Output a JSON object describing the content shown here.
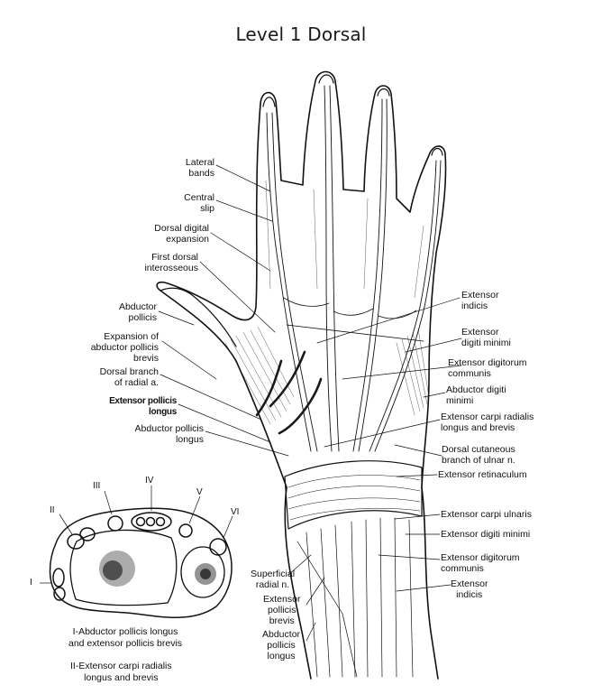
{
  "title": "Level 1 Dorsal",
  "hand_labels_left": [
    {
      "id": "lateral-bands",
      "lines": [
        "Lateral",
        "bands"
      ]
    },
    {
      "id": "central-slip",
      "lines": [
        "Central",
        "slip"
      ]
    },
    {
      "id": "dorsal-digital-expansion",
      "lines": [
        "Dorsal digital",
        "expansion"
      ]
    },
    {
      "id": "first-dorsal-interosseous",
      "lines": [
        "First dorsal",
        "interosseous"
      ]
    },
    {
      "id": "abductor-pollicis",
      "lines": [
        "Abductor",
        "pollicis"
      ]
    },
    {
      "id": "expansion-abductor-pollicis-brevis",
      "lines": [
        "Expansion of",
        "abductor pollicis",
        "brevis"
      ]
    },
    {
      "id": "dorsal-branch-radial-a",
      "lines": [
        "Dorsal branch",
        "of radial a."
      ]
    },
    {
      "id": "extensor-pollicis-longus-top",
      "lines": [
        "Extensor pollicis",
        "longus"
      ]
    },
    {
      "id": "abductor-pollicis-longus-top",
      "lines": [
        "Abductor pollicis",
        "longus"
      ]
    }
  ],
  "hand_labels_right": [
    {
      "id": "extensor-indicis-top",
      "lines": [
        "Extensor",
        "indicis"
      ]
    },
    {
      "id": "extensor-digiti-minimi-top",
      "lines": [
        "Extensor",
        "digiti minimi"
      ]
    },
    {
      "id": "extensor-digitorum-communis-top",
      "lines": [
        "Extensor digitorum",
        "communis"
      ]
    },
    {
      "id": "abductor-digiti-minimi",
      "lines": [
        "Abductor digiti",
        "minimi"
      ]
    },
    {
      "id": "extensor-carpi-radialis",
      "lines": [
        "Extensor carpi radialis",
        "longus and brevis"
      ]
    },
    {
      "id": "dorsal-cutaneous-ulnar",
      "lines": [
        "Dorsal cutaneous",
        "branch of ulnar n."
      ]
    },
    {
      "id": "extensor-retinaculum",
      "lines": [
        "Extensor retinaculum"
      ]
    },
    {
      "id": "extensor-carpi-ulnaris",
      "lines": [
        "Extensor carpi ulnaris"
      ]
    },
    {
      "id": "extensor-digiti-minimi-bottom",
      "lines": [
        "Extensor digiti minimi"
      ]
    },
    {
      "id": "extensor-digitorum-communis-bottom",
      "lines": [
        "Extensor digitorum",
        "communis"
      ]
    },
    {
      "id": "extensor-indicis-bottom",
      "lines": [
        "Extensor",
        "indicis"
      ]
    }
  ],
  "hand_labels_bottom_left": [
    {
      "id": "superficial-radial-n",
      "lines": [
        "Superficial",
        "radial n."
      ]
    },
    {
      "id": "extensor-pollicis-brevis",
      "lines": [
        "Extensor",
        "pollicis",
        "brevis"
      ]
    },
    {
      "id": "abductor-pollicis-longus-bottom",
      "lines": [
        "Abductor",
        "pollicis",
        "longus"
      ]
    }
  ],
  "cross_section": {
    "roman_numerals": [
      "I",
      "II",
      "III",
      "IV",
      "V",
      "VI"
    ],
    "captions": [
      {
        "id": "caption-1",
        "lines": [
          "I-Abductor pollicis longus",
          "and extensor pollicis brevis"
        ]
      },
      {
        "id": "caption-2",
        "lines": [
          "II-Extensor carpi radialis",
          "longus and brevis"
        ]
      }
    ]
  },
  "colors": {
    "ink": "#111111",
    "background": "#ffffff",
    "vessel": "#1a1a1a"
  }
}
